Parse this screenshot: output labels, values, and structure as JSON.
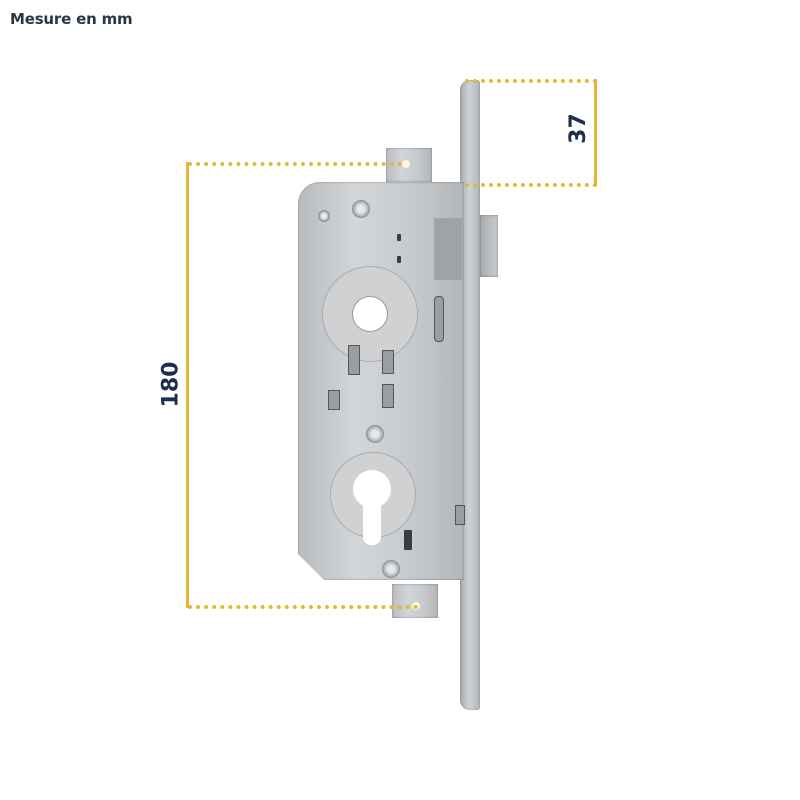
{
  "caption": "Mesure en mm",
  "dimensions": {
    "height_total": {
      "value": "180",
      "unit": "mm"
    },
    "faceplate_offset": {
      "value": "37",
      "unit": "mm"
    }
  },
  "colors": {
    "dimension_line": "#e0b83a",
    "dimension_text": "#1e2f4d",
    "caption_text": "#2b3644"
  },
  "product": {
    "type": "mortise-lock",
    "features": [
      "faceplate",
      "latch-bolt",
      "square-spindle-hub",
      "euro-cylinder-cutout",
      "mounting-tabs"
    ]
  }
}
